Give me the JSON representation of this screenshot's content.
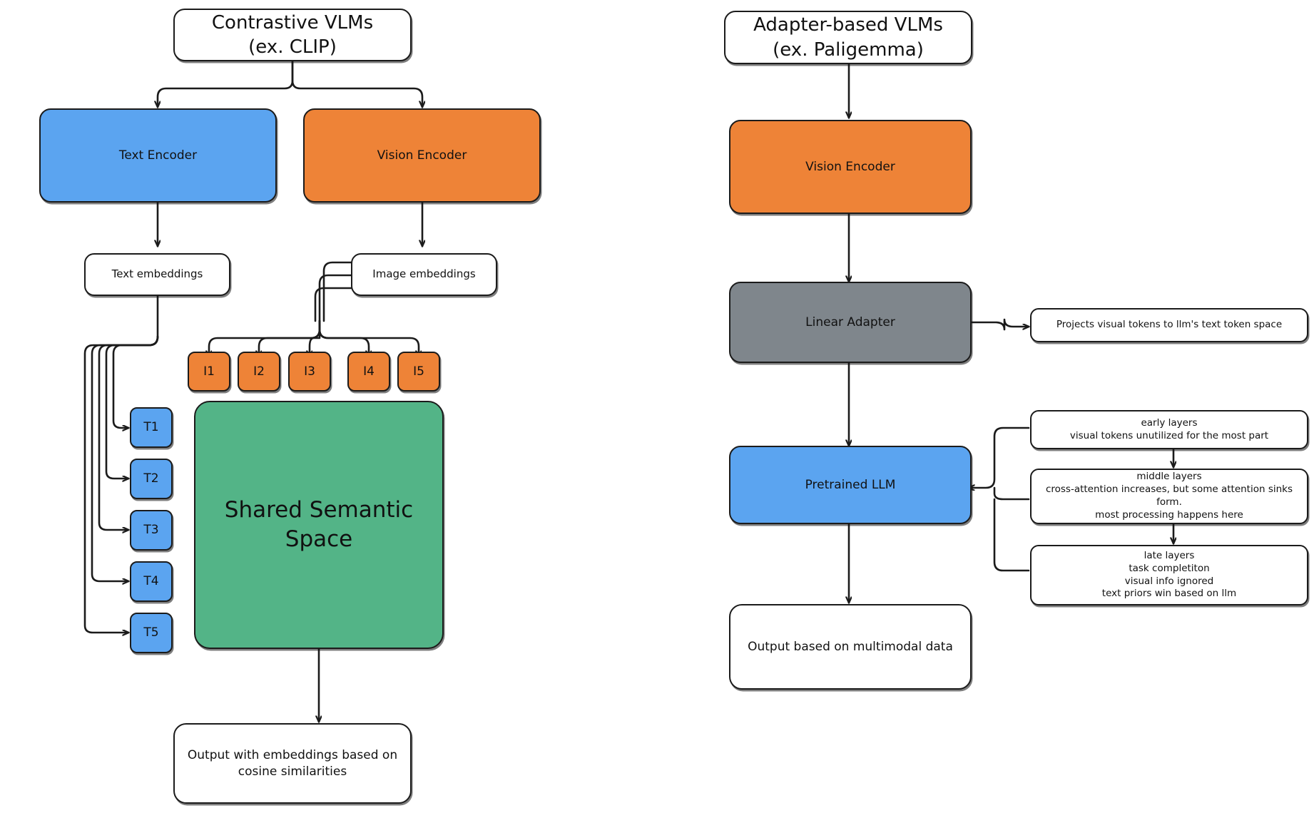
{
  "diagram": {
    "title_left": "Contrastive VLMs\n(ex. CLIP)",
    "title_right": "Adapter-based VLMs\n(ex. Paligemma)"
  },
  "colors": {
    "blue": "#5BA4F0",
    "orange": "#EE8337",
    "green": "#53B487",
    "gray": "#7F868C",
    "white": "#FFFFFF",
    "stroke": "#1B1B1B"
  },
  "left": {
    "root": "Contrastive VLMs\n(ex. CLIP)",
    "text_encoder": "Text Encoder",
    "vision_encoder": "Vision Encoder",
    "text_embeddings": "Text embeddings",
    "image_embeddings": "Image embeddings",
    "image_tokens": [
      "I1",
      "I2",
      "I3",
      "I4",
      "I5"
    ],
    "text_tokens": [
      "T1",
      "T2",
      "T3",
      "T4",
      "T5"
    ],
    "shared_space": "Shared Semantic\nSpace",
    "output": "Output with embeddings based on\ncosine similarities"
  },
  "right": {
    "root": "Adapter-based VLMs\n(ex. Paligemma)",
    "vision_encoder": "Vision Encoder",
    "linear_adapter": "Linear Adapter",
    "adapter_note": "Projects visual tokens to llm's text token space",
    "pretrained_llm": "Pretrained LLM",
    "notes": [
      "early layers\nvisual tokens unutilized for the most part",
      "middle layers\ncross-attention increases, but some attention sinks form.\nmost processing happens here",
      "late layers\ntask completiton\nvisual info ignored\ntext priors win based on llm"
    ],
    "output": "Output based on multimodal data"
  }
}
